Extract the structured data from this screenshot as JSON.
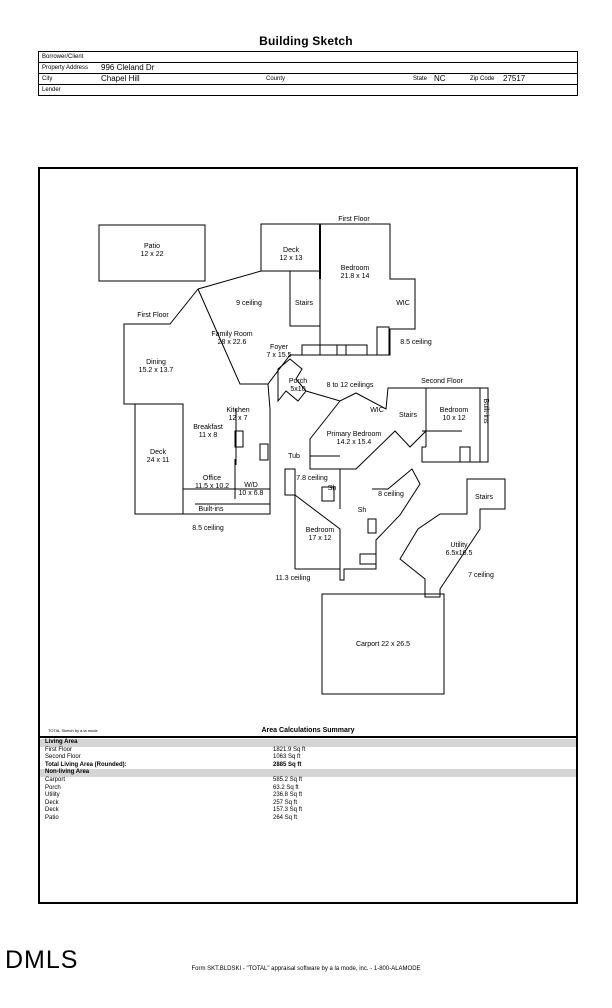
{
  "header": {
    "title": "Building Sketch",
    "borrower_label": "Borrower/Client",
    "borrower_value": "",
    "address_label": "Property Address",
    "address_value": "996 Cleland Dr",
    "city_label": "City",
    "city_value": "Chapel Hill",
    "county_label": "County",
    "county_value": "",
    "state_label": "State",
    "state_value": "NC",
    "zip_label": "Zip Code",
    "zip_value": "27517",
    "lender_label": "Lender",
    "lender_value": ""
  },
  "sketch": {
    "labels": {
      "patio": "Patio",
      "patio_dim": "12 x 22",
      "deck_top": "Deck",
      "deck_top_dim": "12 x 13",
      "first_floor_top": "First Floor",
      "bedroom_main": "Bedroom",
      "bedroom_main_dim": "21.8 x 14",
      "stairs_top": "Stairs",
      "wic_top": "WIC",
      "ceiling_9": "9 ceiling",
      "first_floor_left": "First Floor",
      "family_room": "Family Room",
      "family_room_dim": "28 x 22.6",
      "foyer": "Foyer",
      "foyer_dim": "7 x 15.5",
      "ceiling_85_right": "8.5 ceiling",
      "dining": "Dining",
      "dining_dim": "15.2 x 13.7",
      "porch": "Porch",
      "porch_dim": "5x10",
      "ceiling_8_12": "8 to 12 ceilings",
      "second_floor": "Second Floor",
      "wic_mid": "WIC",
      "stairs_mid": "Stairs",
      "bedroom_upper": "Bedroom",
      "bedroom_upper_dim": "10 x 12",
      "builtins_right": "Built-ins",
      "kitchen": "Kitchen",
      "kitchen_dim": "12 x 7",
      "breakfast": "Breakfast",
      "breakfast_dim": "11 x 8",
      "deck_left": "Deck",
      "deck_left_dim": "24 x 11",
      "primary_bedroom": "Primary Bedroom",
      "primary_bedroom_dim": "14.2 x 15.4",
      "tub": "Tub",
      "ceiling_78": "7.8 ceiling",
      "sh1": "Sh",
      "sh2": "Sh",
      "ceiling_8": "8 ceiling",
      "stairs_lower": "Stairs",
      "office": "Office",
      "office_dim": "11.5 x 10.2",
      "wd": "W/D",
      "wd_dim": "10 x 6.8",
      "builtins_bottom": "Built-ins",
      "ceiling_85_left": "8.5 ceiling",
      "bedroom_lower": "Bedroom",
      "bedroom_lower_dim": "17 x 12",
      "utility": "Utility",
      "utility_dim": "6.5x16.5",
      "ceiling_113": "11.3 ceiling",
      "ceiling_7": "7 ceiling",
      "carport": "Carport 22 x 26.5"
    }
  },
  "summary": {
    "credit": "TOTAL Sketch by a la mode",
    "title": "Area Calculations Summary",
    "rows": [
      {
        "k": "Living Area",
        "v": "",
        "type": "section"
      },
      {
        "k": "First Floor",
        "v": "1821.9 Sq ft",
        "type": "row"
      },
      {
        "k": "Second Floor",
        "v": "1063 Sq ft",
        "type": "row"
      },
      {
        "k": "Total Living Area (Rounded):",
        "v": "2885 Sq ft",
        "type": "total"
      },
      {
        "k": "Non-living Area",
        "v": "",
        "type": "section"
      },
      {
        "k": "Carport",
        "v": "585.2 Sq ft",
        "type": "row"
      },
      {
        "k": "Porch",
        "v": "63.2 Sq ft",
        "type": "row"
      },
      {
        "k": "Utility",
        "v": "236.8 Sq ft",
        "type": "row"
      },
      {
        "k": "Deck",
        "v": "257 Sq ft",
        "type": "row"
      },
      {
        "k": "Deck",
        "v": "157.3 Sq ft",
        "type": "row"
      },
      {
        "k": "Patio",
        "v": "264 Sq ft",
        "type": "row"
      }
    ]
  },
  "brand": {
    "logo": "DMLS"
  },
  "footer": {
    "text": "Form SKT.BLDSKI - \"TOTAL\" appraisal software by a la mode, inc. - 1-800-ALAMODE"
  }
}
